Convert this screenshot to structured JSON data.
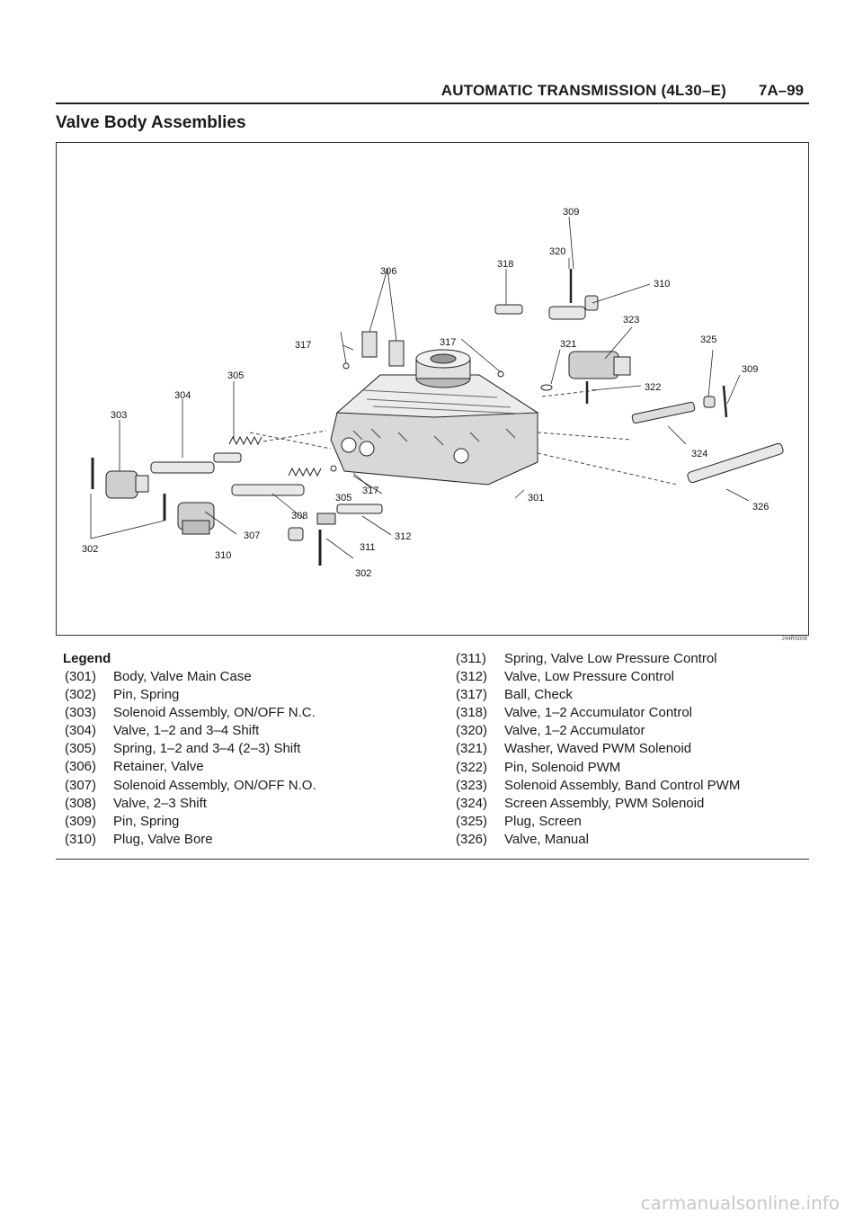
{
  "header": {
    "title": "AUTOMATIC TRANSMISSION (4L30–E)",
    "page": "7A–99"
  },
  "section_title": "Valve Body Assemblies",
  "figure": {
    "code": "244RS009",
    "labels": {
      "l301": "301",
      "l302a": "302",
      "l302b": "302",
      "l303": "303",
      "l304": "304",
      "l305a": "305",
      "l305b": "305",
      "l306": "306",
      "l307": "307",
      "l308": "308",
      "l309a": "309",
      "l309b": "309",
      "l310a": "310",
      "l310b": "310",
      "l311": "311",
      "l312": "312",
      "l317a": "317",
      "l317b": "317",
      "l317c": "317",
      "l318": "318",
      "l320": "320",
      "l321": "321",
      "l322": "322",
      "l323": "323",
      "l324": "324",
      "l325": "325",
      "l326": "326"
    }
  },
  "legend": {
    "heading": "Legend",
    "left": [
      {
        "num": "(301)",
        "text": "Body, Valve Main Case"
      },
      {
        "num": "(302)",
        "text": "Pin, Spring"
      },
      {
        "num": "(303)",
        "text": "Solenoid Assembly, ON/OFF N.C."
      },
      {
        "num": "(304)",
        "text": "Valve, 1–2 and  3–4  Shift"
      },
      {
        "num": "(305)",
        "text": "Spring, 1–2 and 3–4 (2–3) Shift"
      },
      {
        "num": "(306)",
        "text": "Retainer, Valve"
      },
      {
        "num": "(307)",
        "text": "Solenoid Assembly, ON/OFF N.O."
      },
      {
        "num": "(308)",
        "text": "Valve, 2–3 Shift"
      },
      {
        "num": "(309)",
        "text": "Pin, Spring"
      },
      {
        "num": "(310)",
        "text": "Plug, Valve Bore"
      }
    ],
    "right": [
      {
        "num": "(311)",
        "text": "Spring, Valve Low Pressure Control"
      },
      {
        "num": "(312)",
        "text": "Valve, Low Pressure Control"
      },
      {
        "num": "(317)",
        "text": "Ball, Check"
      },
      {
        "num": "(318)",
        "text": "Valve, 1–2 Accumulator Control"
      },
      {
        "num": "(320)",
        "text": "Valve, 1–2 Accumulator"
      },
      {
        "num": "(321)",
        "text": "Washer, Waved PWM Solenoid"
      },
      {
        "num": "(322)",
        "text": "Pin, Solenoid PWM"
      },
      {
        "num": "(323)",
        "text": "Solenoid Assembly, Band Control PWM"
      },
      {
        "num": "(324)",
        "text": "Screen Assembly, PWM Solenoid"
      },
      {
        "num": "(325)",
        "text": "Plug, Screen"
      },
      {
        "num": "(326)",
        "text": "Valve, Manual"
      }
    ]
  },
  "watermark": "carmanualsonline.info"
}
